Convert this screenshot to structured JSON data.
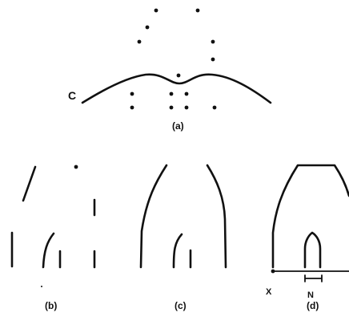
{
  "figure": {
    "labels": {
      "curve": "C",
      "panel_a": "(a)",
      "panel_b": "(b)",
      "panel_c": "(c)",
      "panel_d": "(d)",
      "x_mark": "X",
      "n_mark": "N"
    }
  }
}
